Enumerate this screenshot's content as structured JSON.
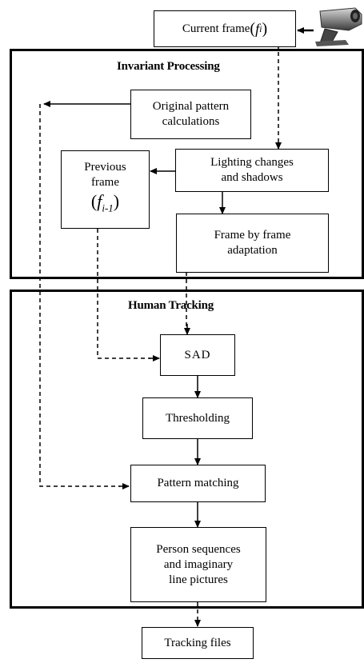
{
  "nodes": {
    "current_frame": {
      "label": "Current frame",
      "symbol": "f",
      "subscript": "i"
    },
    "original_pattern": {
      "line1": "Original pattern",
      "line2": "calculations"
    },
    "lighting": {
      "line1": "Lighting changes",
      "line2": "and shadows"
    },
    "previous_frame": {
      "line1": "Previous",
      "line2": "frame",
      "symbol": "f",
      "subscript": "i-1"
    },
    "frame_adaptation": {
      "line1": "Frame by frame",
      "line2": "adaptation"
    },
    "sad": {
      "label": "SAD"
    },
    "thresholding": {
      "label": "Thresholding"
    },
    "pattern_matching": {
      "label": "Pattern matching"
    },
    "person_sequences": {
      "line1": "Person sequences",
      "line2": "and imaginary",
      "line3": "line pictures"
    },
    "tracking_files": {
      "label": "Tracking files"
    }
  },
  "groups": {
    "invariant": {
      "title": "Invariant Processing"
    },
    "tracking": {
      "title": "Human Tracking"
    }
  },
  "icons": {
    "camera": "camera-icon"
  }
}
